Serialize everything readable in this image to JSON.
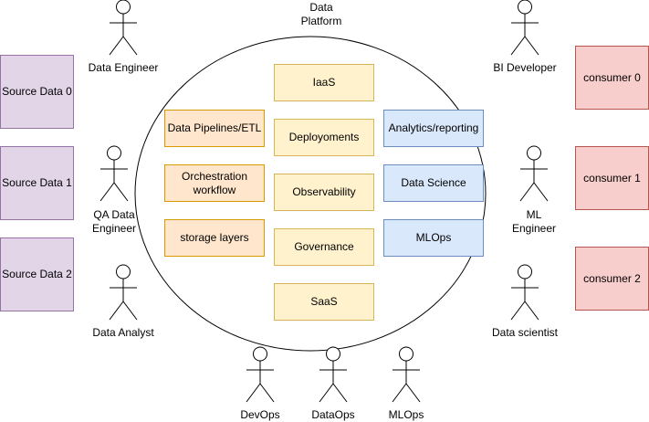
{
  "platform": {
    "title_line1": "Data",
    "title_line2": "Platform"
  },
  "sources": [
    {
      "label": "Source Data 0"
    },
    {
      "label": "Source Data 1"
    },
    {
      "label": "Source Data 2"
    }
  ],
  "consumers": [
    {
      "label": "consumer 0"
    },
    {
      "label": "consumer 1"
    },
    {
      "label": "consumer 2"
    }
  ],
  "pipeline_boxes": [
    {
      "label": "Data Pipelines/ETL"
    },
    {
      "label_line1": "Orchestration",
      "label_line2": "workflow"
    },
    {
      "label": "storage layers"
    }
  ],
  "infra_boxes": [
    {
      "label": "IaaS"
    },
    {
      "label": "Deployoments"
    },
    {
      "label": "Observability"
    },
    {
      "label": "Governance"
    },
    {
      "label": "SaaS"
    }
  ],
  "analytics_boxes": [
    {
      "label": "Analytics/reporting"
    },
    {
      "label": "Data Science"
    },
    {
      "label": "MLOps"
    }
  ],
  "actors": {
    "data_engineer": {
      "label": "Data Engineer"
    },
    "qa_data_engineer": {
      "label_line1": "QA Data",
      "label_line2": "Engineer"
    },
    "data_analyst": {
      "label": "Data Analyst"
    },
    "bi_developer": {
      "label": "BI Developer"
    },
    "ml_engineer": {
      "label_line1": "ML",
      "label_line2": "Engineer"
    },
    "data_scientist": {
      "label": "Data scientist"
    },
    "devops": {
      "label": "DevOps"
    },
    "dataops": {
      "label": "DataOps"
    },
    "mlops": {
      "label": "MLOps"
    }
  },
  "colors": {
    "source_fill": "#e1d5e7",
    "source_stroke": "#9673a6",
    "consumer_fill": "#f8cecc",
    "consumer_stroke": "#b85450",
    "pipeline_fill": "#ffe6cc",
    "pipeline_stroke": "#d79b00",
    "infra_fill": "#fff2cc",
    "infra_stroke": "#d6b656",
    "analytics_fill": "#dae8fc",
    "analytics_stroke": "#6c8ebf"
  },
  "icons": {
    "actor": "stick-figure-icon"
  }
}
